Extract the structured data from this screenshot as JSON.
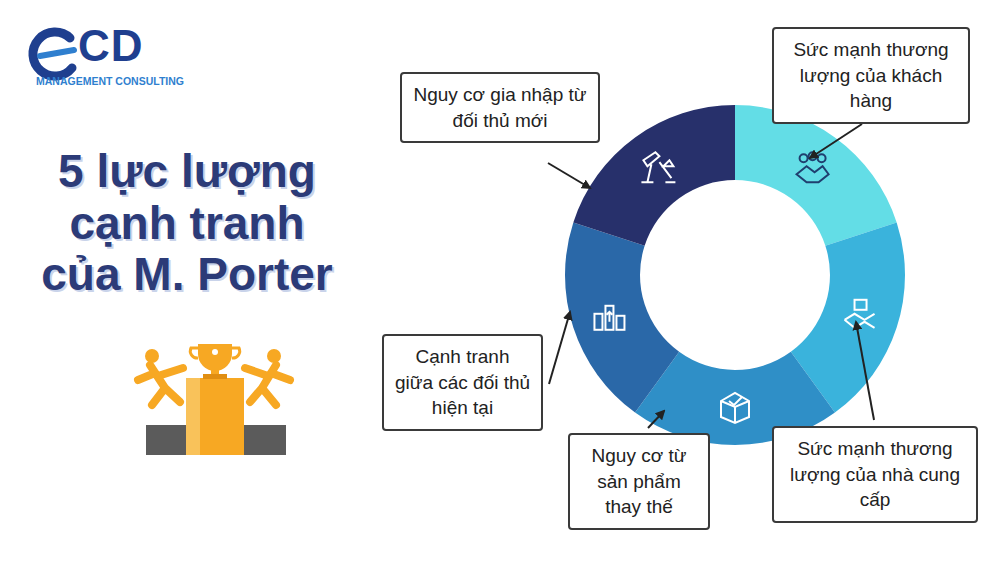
{
  "diagram": {
    "title": "5 lực lượng cạnh tranh của M. Porter",
    "nodes": [
      {
        "text": [
          "Nguy cơ gia nhập từ đối thủ mới"
        ]
      },
      {
        "text": [
          "Sức mạnh thương lượng của khách hàng"
        ]
      },
      {
        "text": [
          "Cạnh tranh giữa các đối thủ hiện tại"
        ]
      },
      {
        "text": [
          "Nguy cơ từ sản phẩm thay thế"
        ]
      },
      {
        "text": [
          "Sức mạnh thương lượng của nhà cung cấp"
        ]
      }
    ],
    "labels": [
      "CD",
      "MANAGEMENT CONSULTING"
    ]
  }
}
